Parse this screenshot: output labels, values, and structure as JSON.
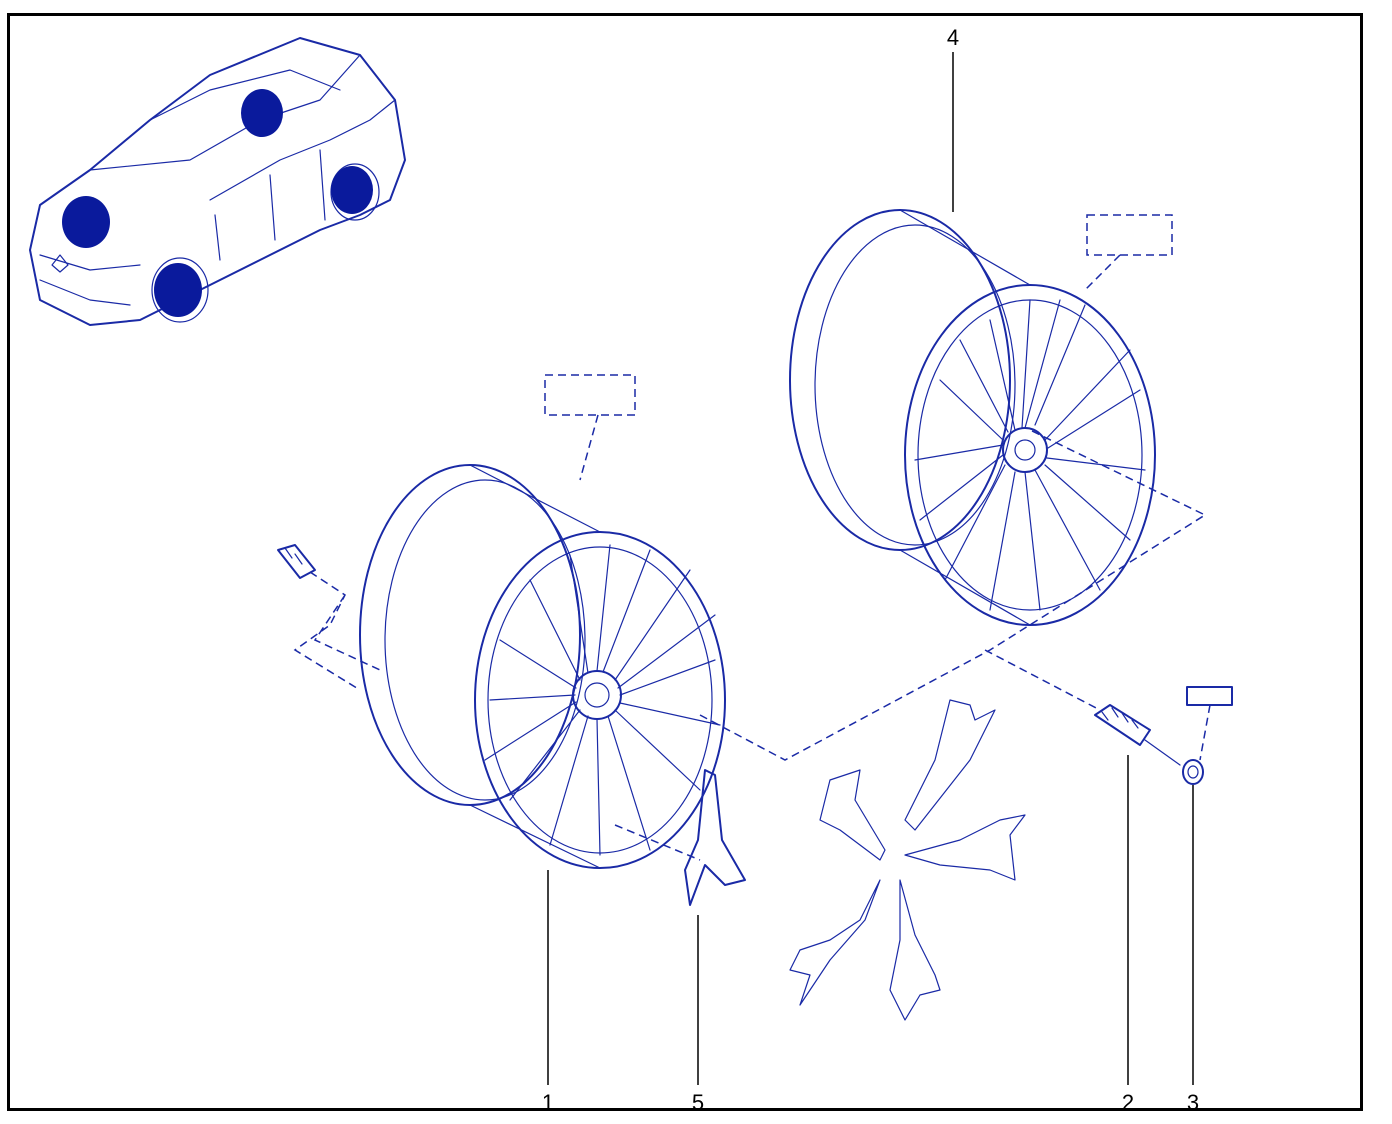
{
  "callouts": {
    "c1": "1",
    "c2": "2",
    "c3": "3",
    "c4": "4",
    "c5": "5"
  },
  "colors": {
    "line_art": "#1a2aa6",
    "highlight": "#0a1a9c",
    "frame": "#000000"
  },
  "icons": {
    "vehicle": "minivan-locator-icon",
    "wheel_front": "alloy-wheel-icon",
    "wheel_rear": "alloy-wheel-icon",
    "valve": "tyre-valve-icon",
    "cap": "valve-cap-icon",
    "trim": "spoke-trim-insert-icon"
  }
}
